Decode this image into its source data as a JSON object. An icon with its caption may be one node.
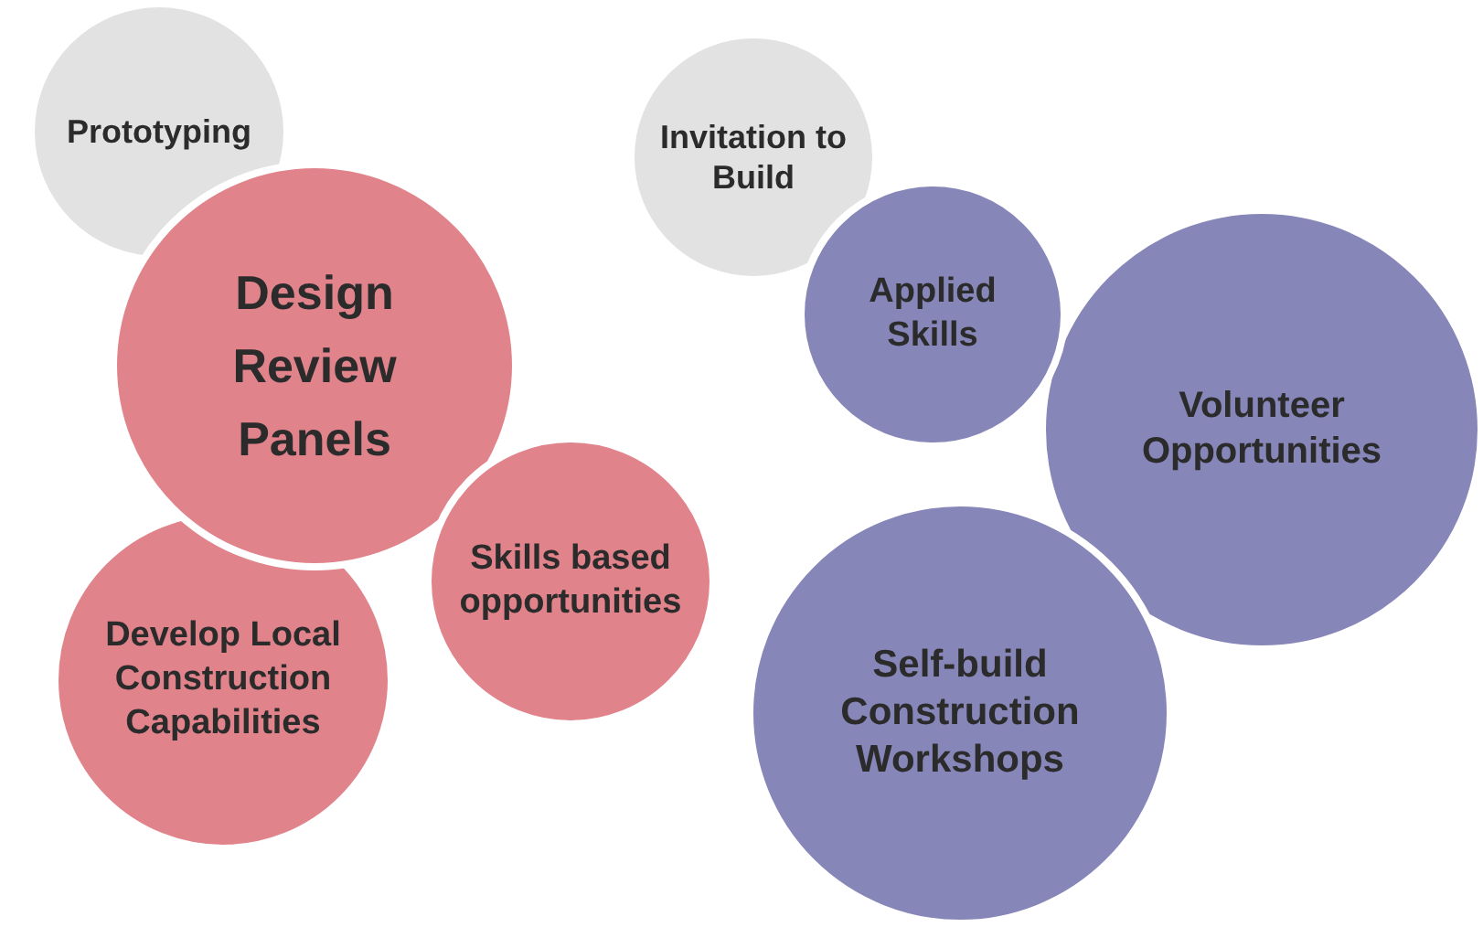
{
  "diagram": {
    "nodes": [
      {
        "text": [
          "Prototyping"
        ]
      },
      {
        "text": [
          "Design Review Panels"
        ]
      },
      {
        "text": [
          "Skills based opportunities"
        ]
      },
      {
        "text": [
          "Develop Local Construction Capabilities"
        ]
      },
      {
        "text": [
          "Invitation to Build"
        ]
      },
      {
        "text": [
          "Applied Skills"
        ]
      },
      {
        "text": [
          "Volunteer Opportunities"
        ]
      },
      {
        "text": [
          "Self-build Construction Workshops"
        ]
      }
    ],
    "edges": []
  }
}
